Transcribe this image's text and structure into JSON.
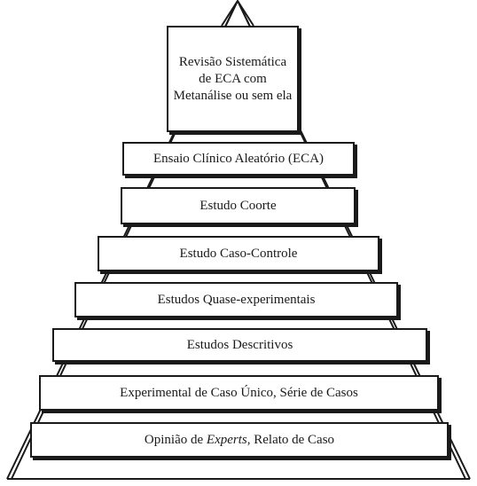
{
  "pyramid": {
    "levels": [
      {
        "text": "Revisão Sistemática de ECA com Metanálise ou sem ela"
      },
      {
        "text": "Ensaio Clínico Aleatório (ECA)"
      },
      {
        "text": "Estudo Coorte"
      },
      {
        "text": "Estudo Caso-Controle"
      },
      {
        "text": "Estudos Quase-experimentais"
      },
      {
        "text": "Estudos Descritivos"
      },
      {
        "text": "Experimental de Caso Único, Série de Casos"
      },
      {
        "prefix": "Opinião de ",
        "emphasis": "Experts",
        "suffix": ", Relato de Caso"
      }
    ]
  }
}
